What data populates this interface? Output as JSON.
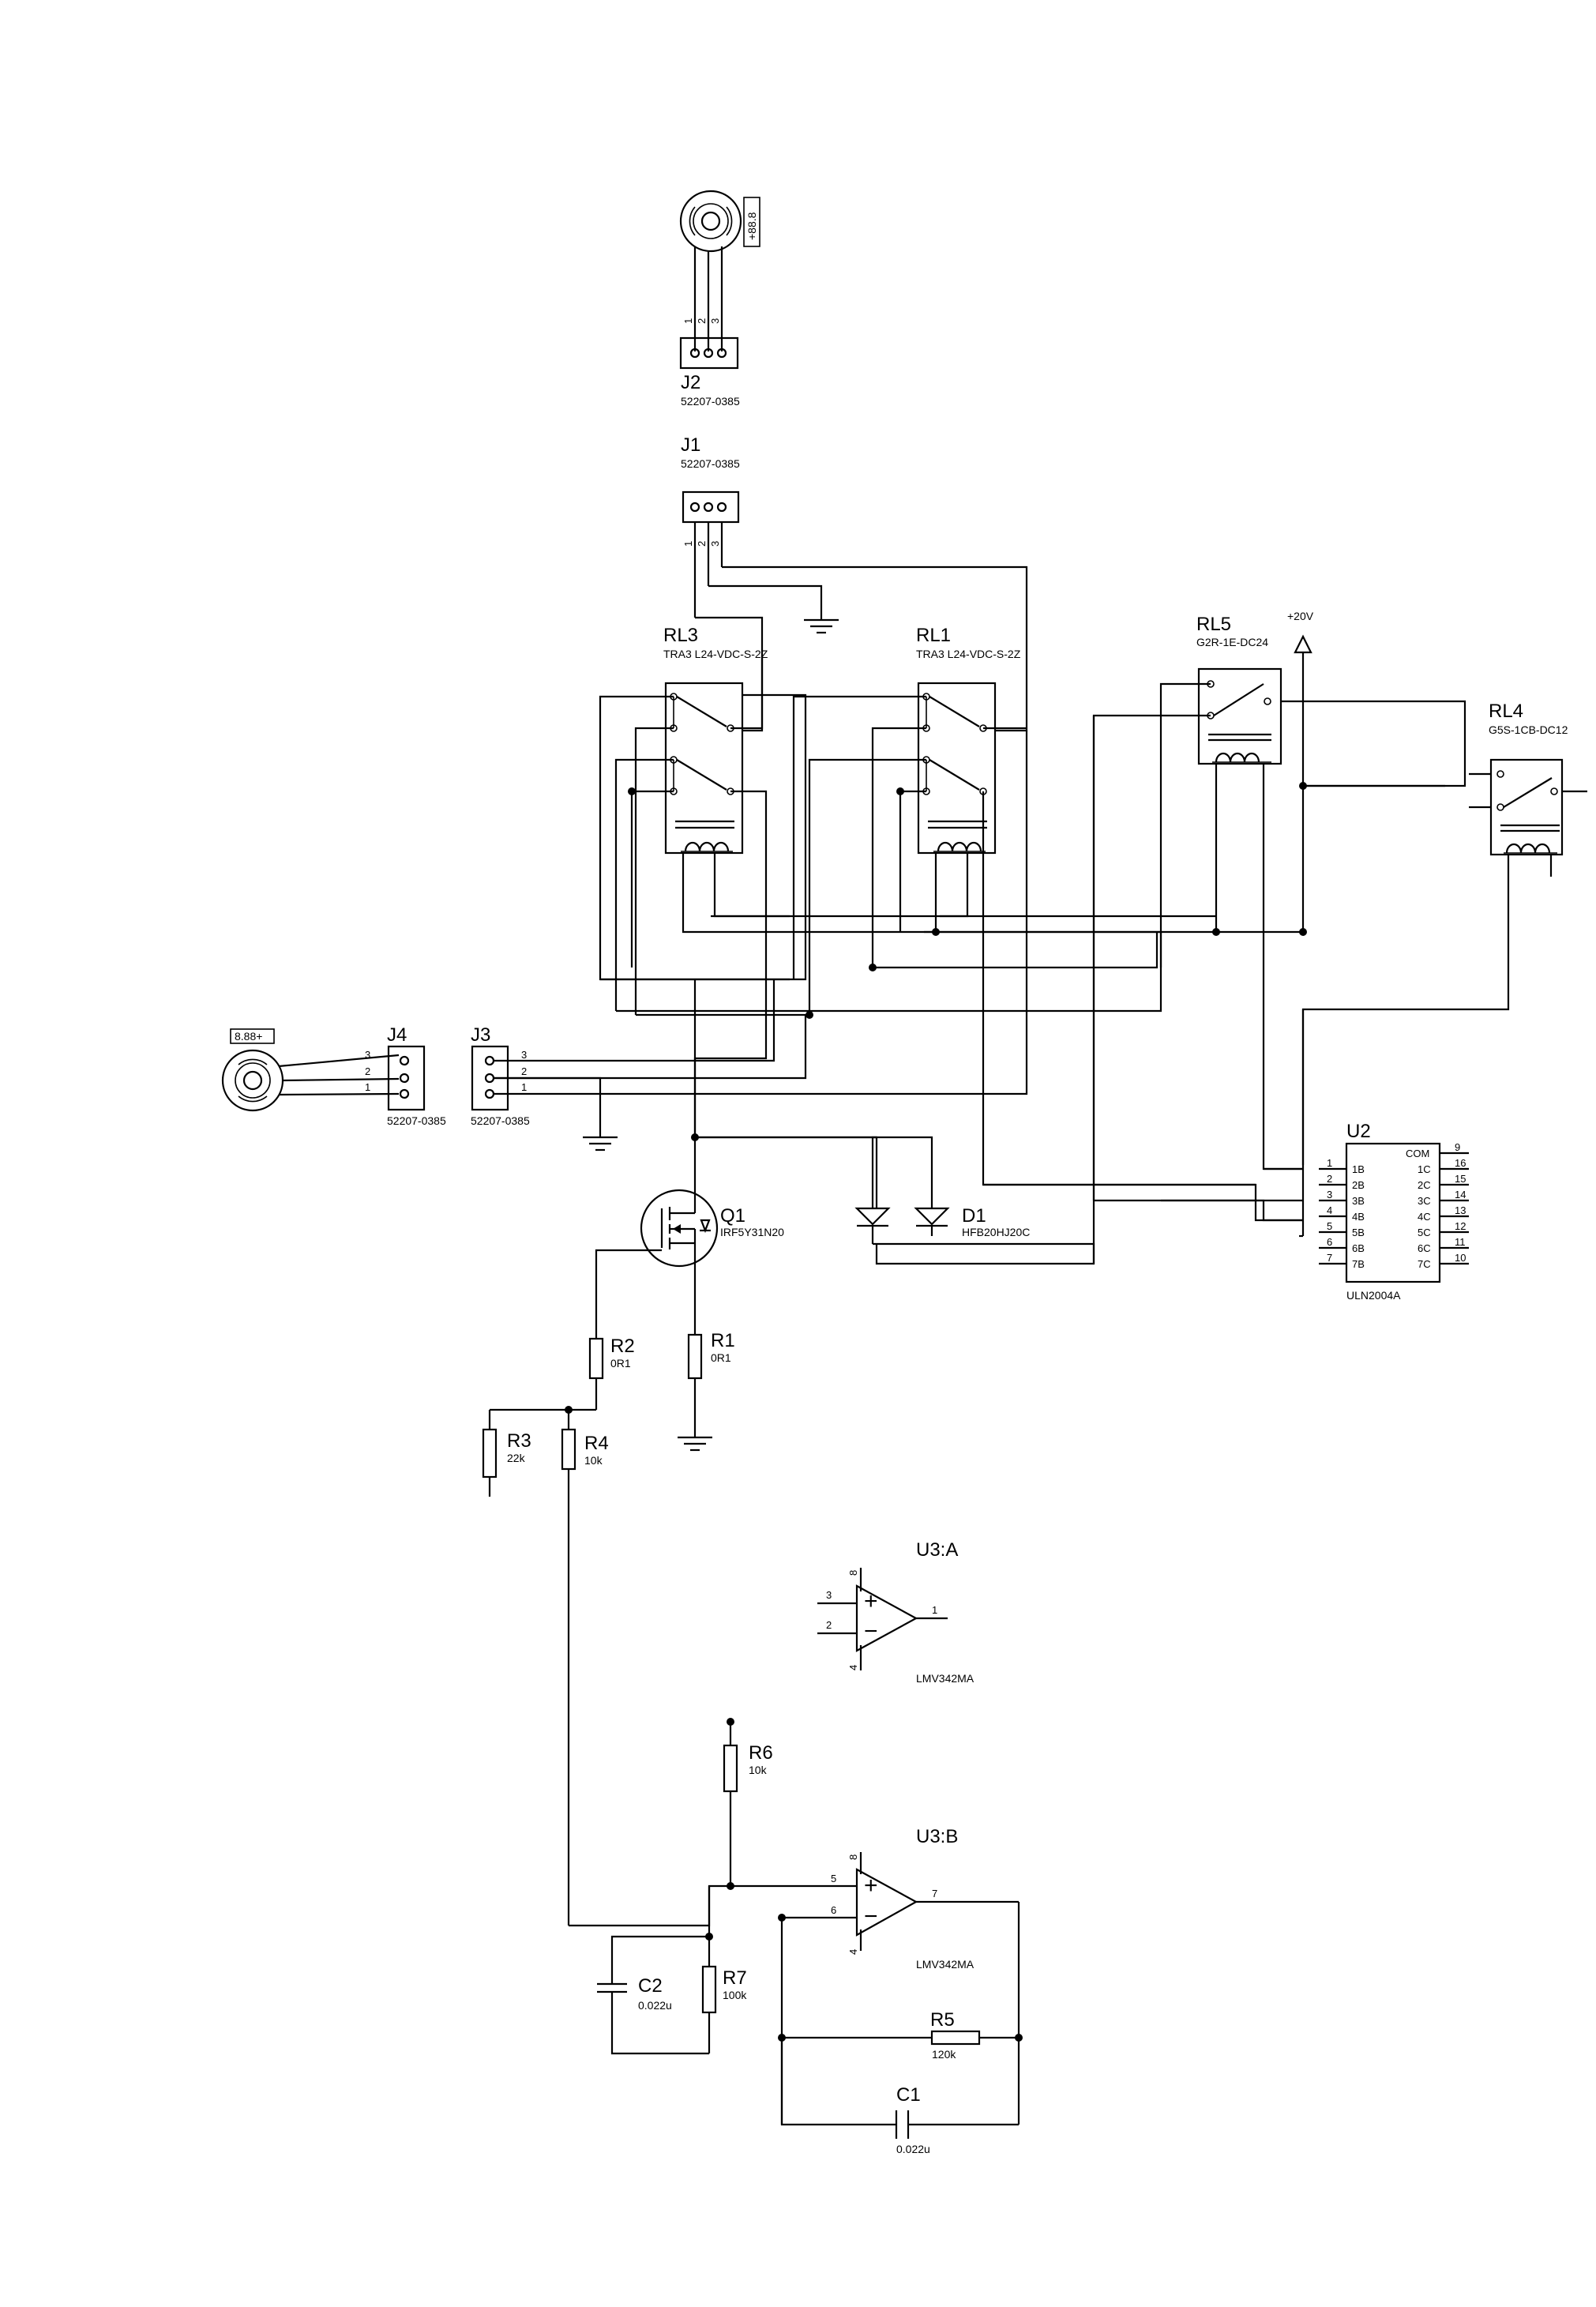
{
  "components": {
    "J2": {
      "ref": "J2",
      "value": "52207-0385",
      "pins": [
        "1",
        "2",
        "3"
      ],
      "display": "+88.8"
    },
    "J1": {
      "ref": "J1",
      "value": "52207-0385",
      "pins": [
        "1",
        "2",
        "3"
      ]
    },
    "J4": {
      "ref": "J4",
      "value": "52207-0385",
      "pins": [
        "3",
        "2",
        "1"
      ],
      "display": "8.88+"
    },
    "J3": {
      "ref": "J3",
      "value": "52207-0385",
      "pins": [
        "3",
        "2",
        "1"
      ]
    },
    "RL3": {
      "ref": "RL3",
      "value": "TRA3 L24-VDC-S-2Z"
    },
    "RL1": {
      "ref": "RL1",
      "value": "TRA3 L24-VDC-S-2Z"
    },
    "RL5": {
      "ref": "RL5",
      "value": "G2R-1E-DC24"
    },
    "RL4": {
      "ref": "RL4",
      "value": "G5S-1CB-DC12"
    },
    "supply": {
      "label": "+20V"
    },
    "U2": {
      "ref": "U2",
      "value": "ULN2004A",
      "left_pins": [
        [
          "1",
          "1B"
        ],
        [
          "2",
          "2B"
        ],
        [
          "3",
          "3B"
        ],
        [
          "4",
          "4B"
        ],
        [
          "5",
          "5B"
        ],
        [
          "6",
          "6B"
        ],
        [
          "7",
          "7B"
        ]
      ],
      "right_pins": [
        [
          "9",
          "COM"
        ],
        [
          "16",
          "1C"
        ],
        [
          "15",
          "2C"
        ],
        [
          "14",
          "3C"
        ],
        [
          "13",
          "4C"
        ],
        [
          "12",
          "5C"
        ],
        [
          "11",
          "6C"
        ],
        [
          "10",
          "7C"
        ]
      ]
    },
    "Q1": {
      "ref": "Q1",
      "value": "IRF5Y31N20"
    },
    "D1": {
      "ref": "D1",
      "value": "HFB20HJ20C"
    },
    "R1": {
      "ref": "R1",
      "value": "0R1"
    },
    "R2": {
      "ref": "R2",
      "value": "0R1"
    },
    "R3": {
      "ref": "R3",
      "value": "22k"
    },
    "R4": {
      "ref": "R4",
      "value": "10k"
    },
    "R5": {
      "ref": "R5",
      "value": "120k"
    },
    "R6": {
      "ref": "R6",
      "value": "10k"
    },
    "R7": {
      "ref": "R7",
      "value": "100k"
    },
    "C1": {
      "ref": "C1",
      "value": "0.022u"
    },
    "C2": {
      "ref": "C2",
      "value": "0.022u"
    },
    "U3A": {
      "ref": "U3:A",
      "value": "LMV342MA",
      "pins": {
        "plus": "3",
        "minus": "2",
        "out": "1",
        "vplus": "8",
        "vminus": "4"
      }
    },
    "U3B": {
      "ref": "U3:B",
      "value": "LMV342MA",
      "pins": {
        "plus": "5",
        "minus": "6",
        "out": "7",
        "vplus": "8",
        "vminus": "4"
      }
    },
    "opamp_signs": {
      "plus": "+",
      "minus": "−"
    }
  }
}
